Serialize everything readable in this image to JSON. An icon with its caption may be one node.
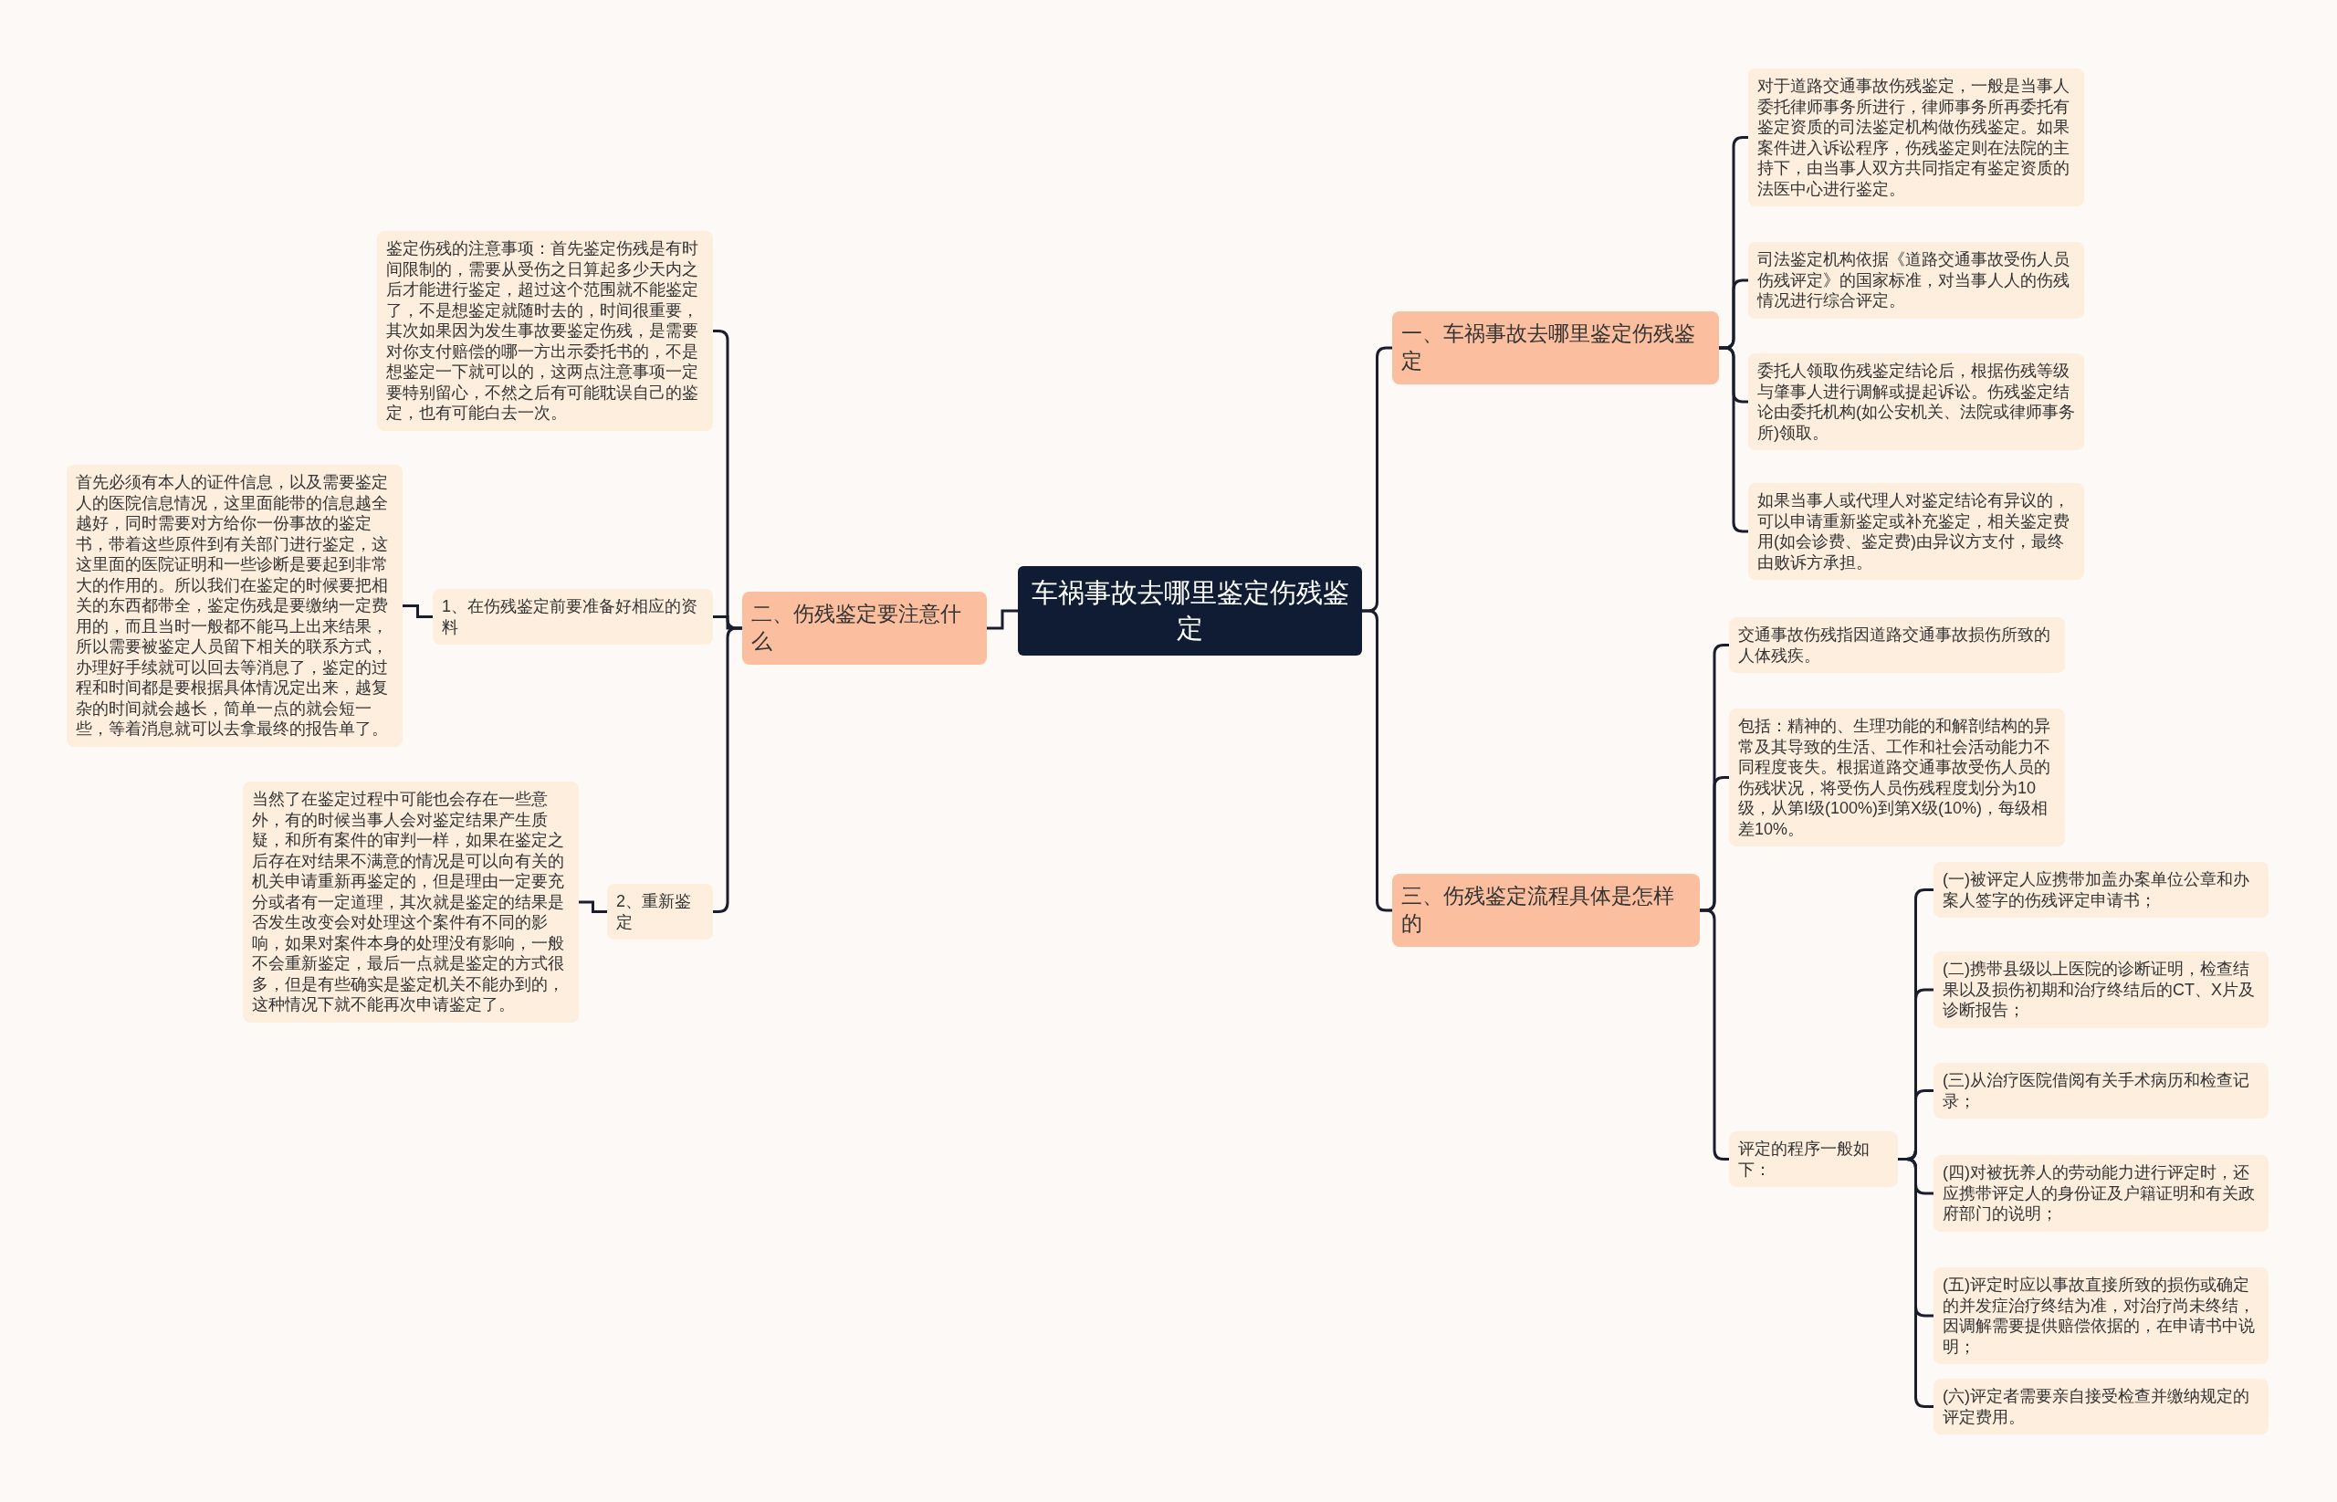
{
  "diagram": {
    "nodes": [
      {
        "text": [
          "车祸事故去哪里鉴定伤残鉴定"
        ]
      },
      {
        "text": [
          "一、车祸事故去哪里鉴定伤残鉴定"
        ]
      },
      {
        "text": [
          "对于道路交通事故伤残鉴定，一般是当事人委托律师事务所进行，律师事务所再委托有鉴定资质的司法鉴定机构做伤残鉴定。如果案件进入诉讼程序，伤残鉴定则在法院的主持下，由当事人双方共同指定有鉴定资质的法医中心进行鉴定。"
        ]
      },
      {
        "text": [
          "司法鉴定机构依据《道路交通事故受伤人员伤残评定》的国家标准，对当事人人的伤残情况进行综合评定。"
        ]
      },
      {
        "text": [
          "委托人领取伤残鉴定结论后，根据伤残等级与肇事人进行调解或提起诉讼。伤残鉴定结论由委托机构(如公安机关、法院或律师事务所)领取。"
        ]
      },
      {
        "text": [
          "如果当事人或代理人对鉴定结论有异议的，可以申请重新鉴定或补充鉴定，相关鉴定费用(如会诊费、鉴定费)由异议方支付，最终由败诉方承担。"
        ]
      },
      {
        "text": [
          "二、伤残鉴定要注意什么"
        ]
      },
      {
        "text": [
          "鉴定伤残的注意事项：首先鉴定伤残是有时间限制的，需要从受伤之日算起多少天内之后才能进行鉴定，超过这个范围就不能鉴定了，不是想鉴定就随时去的，时间很重要，其次如果因为发生事故要鉴定伤残，是需要对你支付赔偿的哪一方出示委托书的，不是想鉴定一下就可以的，这两点注意事项一定要特别留心，不然之后有可能耽误自己的鉴定，也有可能白去一次。"
        ]
      },
      {
        "text": [
          "1、在伤残鉴定前要准备好相应的资料"
        ]
      },
      {
        "text": [
          "首先必须有本人的证件信息，以及需要鉴定人的医院信息情况，这里面能带的信息越全越好，同时需要对方给你一份事故的鉴定书，带着这些原件到有关部门进行鉴定，这这里面的医院证明和一些诊断是要起到非常大的作用的。所以我们在鉴定的时候要把相关的东西都带全，鉴定伤残是要缴纳一定费用的，而且当时一般都不能马上出来结果，所以需要被鉴定人员留下相关的联系方式，办理好手续就可以回去等消息了，鉴定的过程和时间都是要根据具体情况定出来，越复杂的时间就会越长，简单一点的就会短一些，等着消息就可以去拿最终的报告单了。"
        ]
      },
      {
        "text": [
          "2、重新鉴定"
        ]
      },
      {
        "text": [
          "当然了在鉴定过程中可能也会存在一些意外，有的时候当事人会对鉴定结果产生质疑，和所有案件的审判一样，如果在鉴定之后存在对结果不满意的情况是可以向有关的机关申请重新再鉴定的，但是理由一定要充分或者有一定道理，其次就是鉴定的结果是否发生改变会对处理这个案件有不同的影响，如果对案件本身的处理没有影响，一般不会重新鉴定，最后一点就是鉴定的方式很多，但是有些确实是鉴定机关不能办到的，这种情况下就不能再次申请鉴定了。"
        ]
      },
      {
        "text": [
          "三、伤残鉴定流程具体是怎样的"
        ]
      },
      {
        "text": [
          "交通事故伤残指因道路交通事故损伤所致的人体残疾。"
        ]
      },
      {
        "text": [
          "包括：精神的、生理功能的和解剖结构的异常及其导致的生活、工作和社会活动能力不同程度丧失。根据道路交通事故受伤人员的伤残状况，将受伤人员伤残程度划分为10级，从第I级(100%)到第X级(10%)，每级相差10%。"
        ]
      },
      {
        "text": [
          "评定的程序一般如下："
        ]
      },
      {
        "text": [
          "(一)被评定人应携带加盖办案单位公章和办案人签字的伤残评定申请书；"
        ]
      },
      {
        "text": [
          "(二)携带县级以上医院的诊断证明，检查结果以及损伤初期和治疗终结后的CT、X片及诊断报告；"
        ]
      },
      {
        "text": [
          "(三)从治疗医院借阅有关手术病历和检查记录；"
        ]
      },
      {
        "text": [
          "(四)对被抚养人的劳动能力进行评定时，还应携带评定人的身份证及户籍证明和有关政府部门的说明；"
        ]
      },
      {
        "text": [
          "(五)评定时应以事故直接所致的损伤或确定的并发症治疗终结为准，对治疗尚未终结，因调解需要提供赔偿依据的，在申请书中说明；"
        ]
      },
      {
        "text": [
          "(六)评定者需要亲自接受检查并缴纳规定的评定费用。"
        ]
      }
    ],
    "edges": [
      {
        "from": 0,
        "to": 1,
        "arrow": "none"
      },
      {
        "from": 1,
        "to": 2,
        "arrow": "none"
      },
      {
        "from": 1,
        "to": 3,
        "arrow": "none"
      },
      {
        "from": 1,
        "to": 4,
        "arrow": "none"
      },
      {
        "from": 1,
        "to": 5,
        "arrow": "none"
      },
      {
        "from": 0,
        "to": 6,
        "arrow": "none"
      },
      {
        "from": 6,
        "to": 7,
        "arrow": "none"
      },
      {
        "from": 6,
        "to": 8,
        "arrow": "none"
      },
      {
        "from": 8,
        "to": 9,
        "arrow": "none"
      },
      {
        "from": 6,
        "to": 10,
        "arrow": "none"
      },
      {
        "from": 10,
        "to": 11,
        "arrow": "none"
      },
      {
        "from": 0,
        "to": 12,
        "arrow": "none"
      },
      {
        "from": 12,
        "to": 13,
        "arrow": "none"
      },
      {
        "from": 12,
        "to": 14,
        "arrow": "none"
      },
      {
        "from": 12,
        "to": 15,
        "arrow": "none"
      },
      {
        "from": 15,
        "to": 16,
        "arrow": "none"
      },
      {
        "from": 15,
        "to": 17,
        "arrow": "none"
      },
      {
        "from": 15,
        "to": 18,
        "arrow": "none"
      },
      {
        "from": 15,
        "to": 19,
        "arrow": "none"
      },
      {
        "from": 15,
        "to": 20,
        "arrow": "none"
      },
      {
        "from": 15,
        "to": 21,
        "arrow": "none"
      }
    ]
  }
}
